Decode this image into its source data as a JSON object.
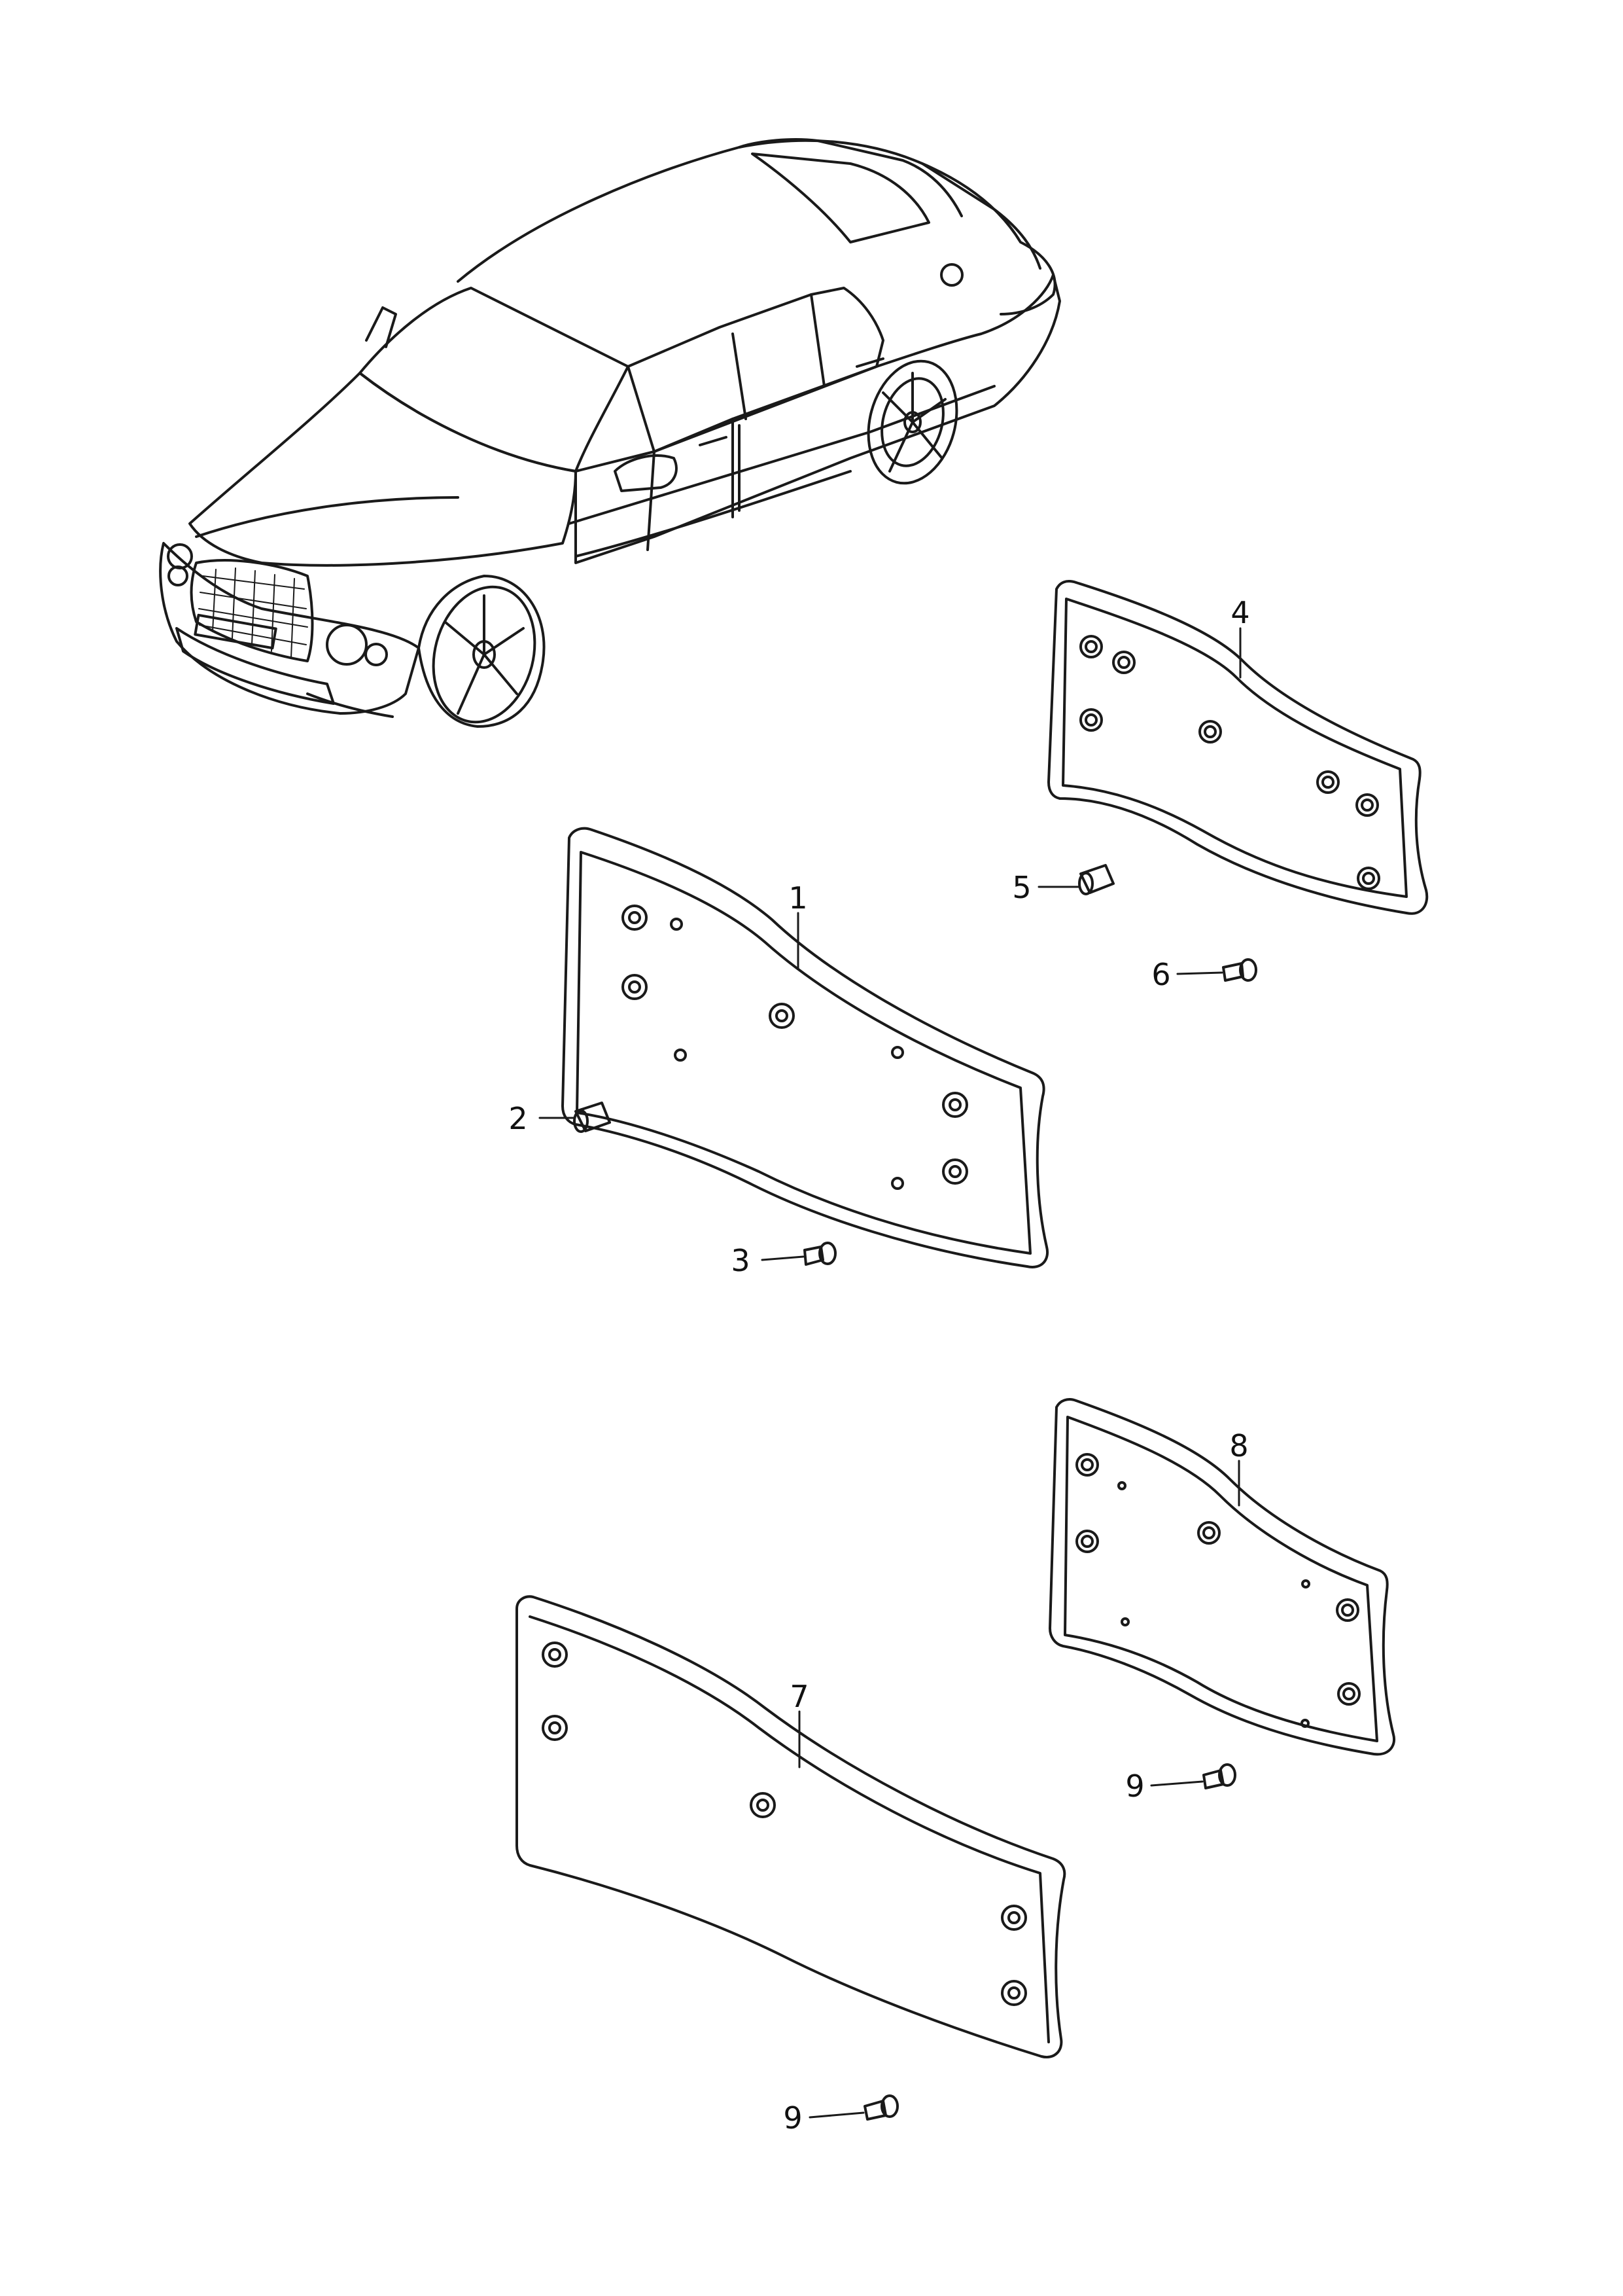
{
  "diagram": {
    "callouts": {
      "c1": "1",
      "c2": "2",
      "c3": "3",
      "c4": "4",
      "c5": "5",
      "c6": "6",
      "c7": "7",
      "c8": "8",
      "c9a": "9",
      "c9b": "9"
    },
    "colors": {
      "line": "#1a1a1a",
      "background": "#ffffff"
    }
  }
}
